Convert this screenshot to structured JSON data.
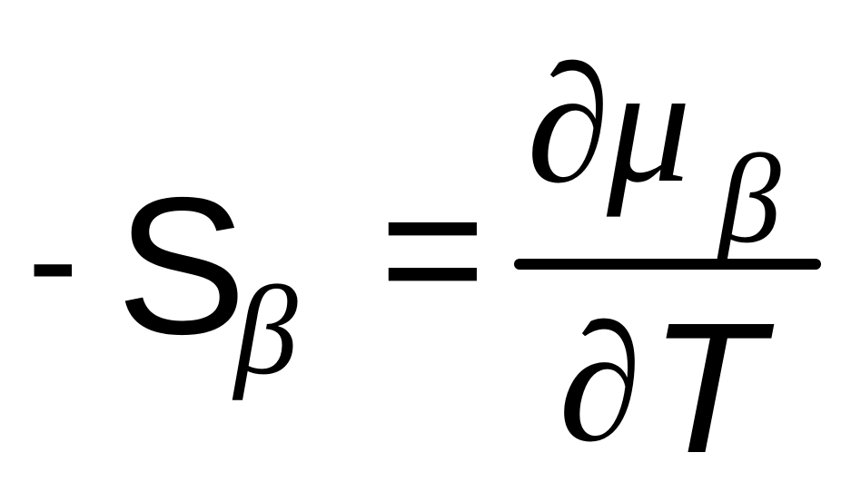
{
  "equation": {
    "lhs": {
      "sign": "-",
      "symbol": "S",
      "subscript": "β"
    },
    "relation": "=",
    "rhs": {
      "numerator": {
        "operator": "∂",
        "symbol": "μ",
        "subscript": "β"
      },
      "denominator": {
        "operator": "∂",
        "symbol": "T"
      }
    }
  }
}
